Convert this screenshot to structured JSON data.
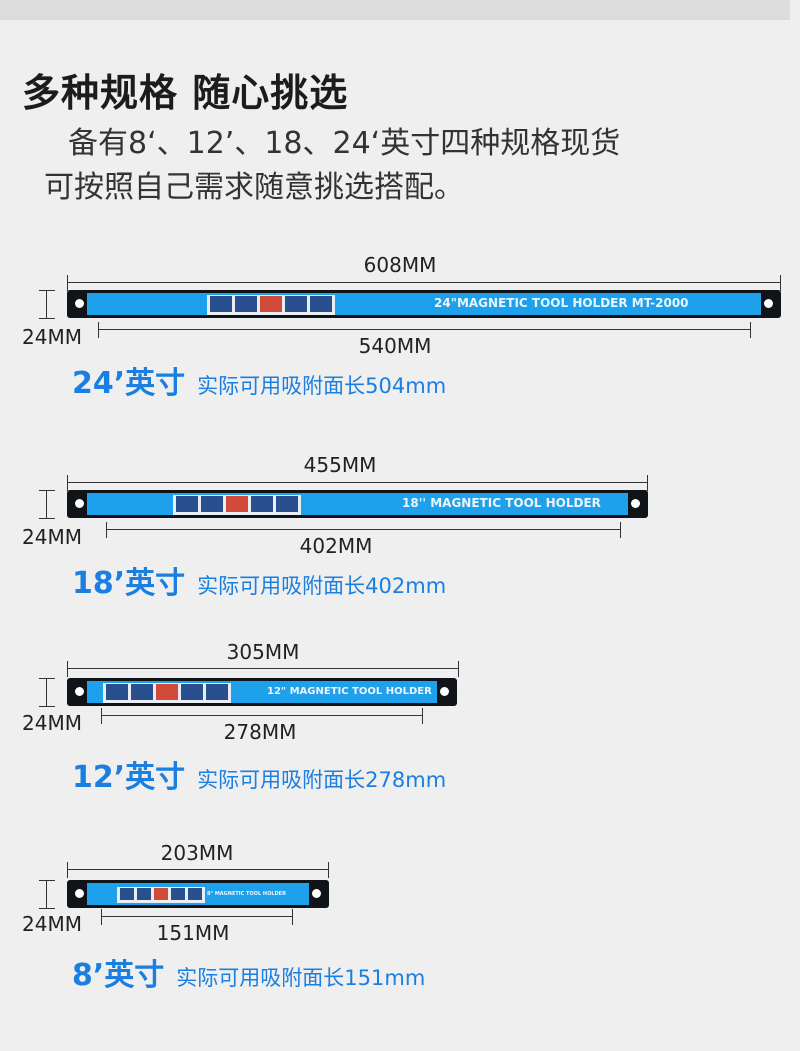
{
  "header": {
    "title": "多种规格 随心挑选",
    "desc_line1": "备有8‘、12’、18、24‘英寸四种规格现货",
    "desc_line2": "可按照自己需求随意挑选搭配。"
  },
  "height_label": "24MM",
  "specs": [
    {
      "total": "608MM",
      "usable": "540MM",
      "size": "24’英寸",
      "note": "实际可用吸附面长504mm",
      "bar_text": "24\"MAGNETIC TOOL HOLDER  MT-2000"
    },
    {
      "total": "455MM",
      "usable": "402MM",
      "size": "18’英寸",
      "note": "实际可用吸附面长402mm",
      "bar_text": "18''  MAGNETIC TOOL HOLDER"
    },
    {
      "total": "305MM",
      "usable": "278MM",
      "size": "12’英寸",
      "note": "实际可用吸附面长278mm",
      "bar_text": "12\" MAGNETIC TOOL HOLDER"
    },
    {
      "total": "203MM",
      "usable": "151MM",
      "size": "8’英寸",
      "note": "实际可用吸附面长151mm",
      "bar_text": "8\" MAGNETIC TOOL HOLDER"
    }
  ]
}
